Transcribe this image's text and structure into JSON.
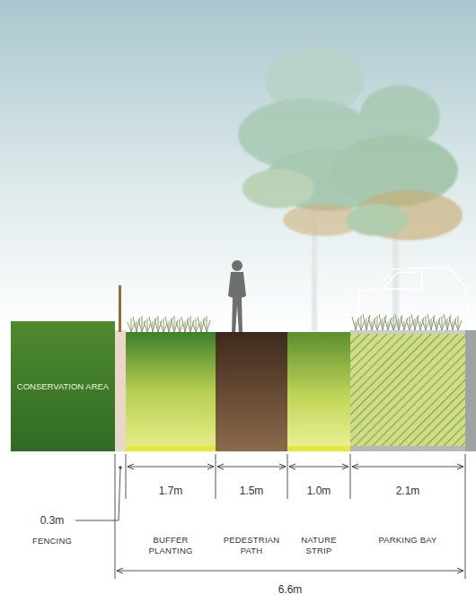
{
  "diagram": {
    "nodes": [
      {
        "text": [
          "CONSERVATION AREA"
        ]
      }
    ],
    "labels": [
      "0.3m",
      "FENCING",
      "1.7m",
      "BUFFER PLANTING",
      "1.5m",
      "PEDESTRIAN PATH",
      "1.0m",
      "NATURE STRIP",
      "2.1m",
      "PARKING BAY",
      "6.6m"
    ]
  }
}
